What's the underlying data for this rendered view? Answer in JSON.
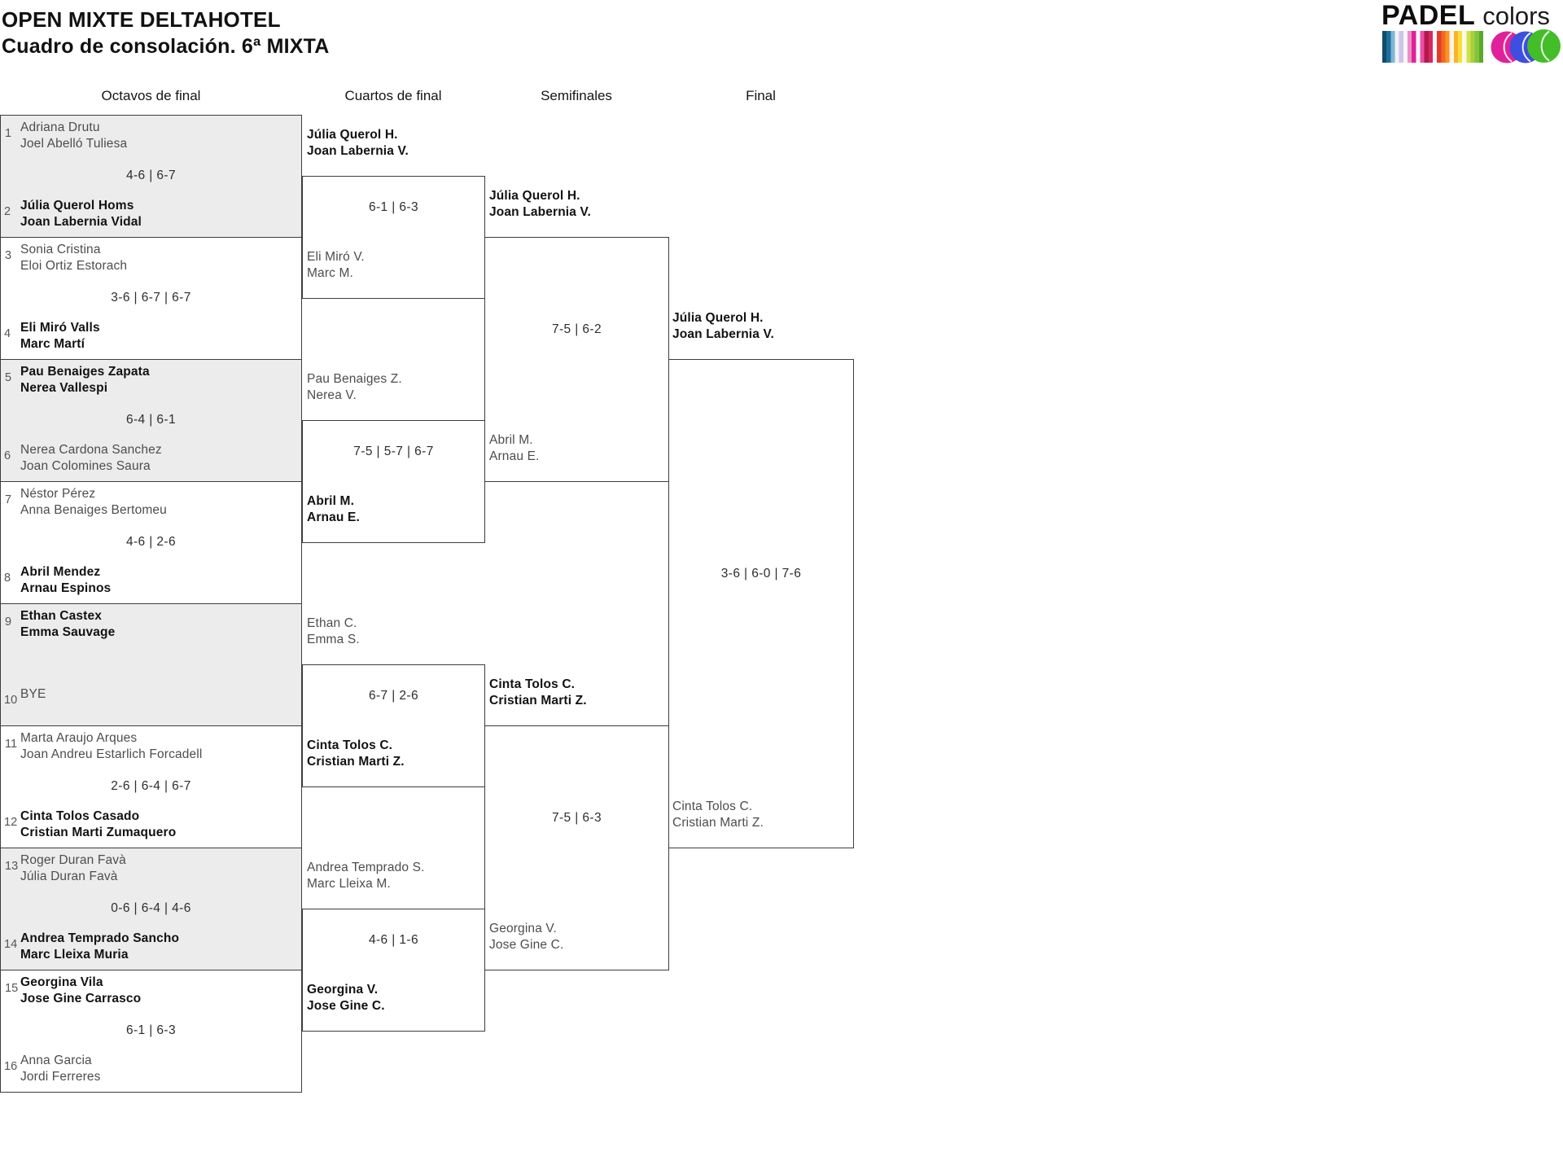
{
  "header": {
    "title": "OPEN MIXTE DELTAHOTEL",
    "subtitle": "Cuadro de consolación. 6ª MIXTA"
  },
  "rounds": [
    "Octavos de final",
    "Cuartos de final",
    "Semifinales",
    "Final"
  ],
  "logo": {
    "brand": "PADEL",
    "brand_suffix": "colors",
    "ball_colors": [
      "#e0219a",
      "#3c4fe0",
      "#43bd28"
    ],
    "stripe_colors": [
      "#0e4d68",
      "#1b6f9e",
      "#7fb6d2",
      "#eef3f7",
      "#cfc3e6",
      "#f7f5fb",
      "#ee8ec6",
      "#e0219a",
      "#faf6f9",
      "#ec4fa4",
      "#b3174e",
      "#d92662",
      "#fbf7f7",
      "#e23b2e",
      "#f2681c",
      "#fd9226",
      "#fdf3e0",
      "#f7b52c",
      "#fadc3c",
      "#fbfbe8",
      "#cfe04a",
      "#a8cf3d",
      "#7ec43c",
      "#5aa928"
    ]
  },
  "r16": [
    {
      "shaded": true,
      "seedA": "1",
      "teamA": [
        "Adriana Drutu",
        "Joel Abelló Tuliesa"
      ],
      "winnerA": false,
      "score": "4-6 | 6-7",
      "seedB": "2",
      "teamB": [
        "Júlia Querol Homs",
        "Joan Labernia Vidal"
      ],
      "winnerB": true
    },
    {
      "shaded": false,
      "seedA": "3",
      "teamA": [
        "Sonia Cristina",
        "Eloi Ortiz Estorach"
      ],
      "winnerA": false,
      "score": "3-6 | 6-7 | 6-7",
      "seedB": "4",
      "teamB": [
        "Eli Miró Valls",
        "Marc Martí"
      ],
      "winnerB": true
    },
    {
      "shaded": true,
      "seedA": "5",
      "teamA": [
        "Pau Benaiges Zapata",
        "Nerea Vallespi"
      ],
      "winnerA": true,
      "score": "6-4 | 6-1",
      "seedB": "6",
      "teamB": [
        "Nerea Cardona Sanchez",
        "Joan Colomines Saura"
      ],
      "winnerB": false
    },
    {
      "shaded": false,
      "seedA": "7",
      "teamA": [
        "Néstor Pérez",
        "Anna Benaiges Bertomeu"
      ],
      "winnerA": false,
      "score": "4-6 | 2-6",
      "seedB": "8",
      "teamB": [
        "Abril Mendez",
        "Arnau Espinos"
      ],
      "winnerB": true
    },
    {
      "shaded": true,
      "seedA": "9",
      "teamA": [
        "Ethan Castex",
        "Emma Sauvage"
      ],
      "winnerA": true,
      "score": "",
      "seedB": "10",
      "teamB": [
        "BYE"
      ],
      "winnerB": false
    },
    {
      "shaded": false,
      "seedA": "11",
      "teamA": [
        "Marta Araujo Arques",
        "Joan Andreu Estarlich Forcadell"
      ],
      "winnerA": false,
      "score": "2-6 | 6-4 | 6-7",
      "seedB": "12",
      "teamB": [
        "Cinta Tolos Casado",
        "Cristian Marti Zumaquero"
      ],
      "winnerB": true
    },
    {
      "shaded": true,
      "seedA": "13",
      "teamA": [
        "Roger Duran Favà",
        "Júlia Duran Favà"
      ],
      "winnerA": false,
      "score": "0-6 | 6-4 | 4-6",
      "seedB": "14",
      "teamB": [
        "Andrea Temprado Sancho",
        "Marc Lleixa Muria"
      ],
      "winnerB": true
    },
    {
      "shaded": false,
      "seedA": "15",
      "teamA": [
        "Georgina Vila",
        "Jose Gine Carrasco"
      ],
      "winnerA": true,
      "score": "6-1 | 6-3",
      "seedB": "16",
      "teamB": [
        "Anna Garcia",
        "Jordi Ferreres"
      ],
      "winnerB": false
    }
  ],
  "qf": [
    {
      "teamA": [
        "Júlia Querol H.",
        "Joan Labernia V."
      ],
      "winnerA": true,
      "score": "6-1 | 6-3",
      "teamB": [
        "Eli Miró V.",
        "Marc M."
      ],
      "winnerB": false
    },
    {
      "teamA": [
        "Pau Benaiges Z.",
        "Nerea V."
      ],
      "winnerA": false,
      "score": "7-5 | 5-7 | 6-7",
      "teamB": [
        "Abril M.",
        "Arnau E."
      ],
      "winnerB": true
    },
    {
      "teamA": [
        "Ethan C.",
        "Emma S."
      ],
      "winnerA": false,
      "score": "6-7 | 2-6",
      "teamB": [
        "Cinta Tolos C.",
        "Cristian Marti Z."
      ],
      "winnerB": true
    },
    {
      "teamA": [
        "Andrea Temprado S.",
        "Marc Lleixa M."
      ],
      "winnerA": false,
      "score": "4-6 | 1-6",
      "teamB": [
        "Georgina V.",
        "Jose Gine C."
      ],
      "winnerB": true
    }
  ],
  "sf": [
    {
      "teamA": [
        "Júlia Querol H.",
        "Joan Labernia V."
      ],
      "winnerA": true,
      "score": "7-5 | 6-2",
      "teamB": [
        "Abril M.",
        "Arnau E."
      ],
      "winnerB": false
    },
    {
      "teamA": [
        "Cinta Tolos C.",
        "Cristian Marti Z."
      ],
      "winnerA": true,
      "score": "7-5 | 6-3",
      "teamB": [
        "Georgina V.",
        "Jose Gine C."
      ],
      "winnerB": false
    }
  ],
  "final": {
    "teamA": [
      "Júlia Querol H.",
      "Joan Labernia V."
    ],
    "winnerA": true,
    "score": "3-6 | 6-0 | 7-6",
    "teamB": [
      "Cinta Tolos C.",
      "Cristian Marti Z."
    ],
    "winnerB": false
  }
}
